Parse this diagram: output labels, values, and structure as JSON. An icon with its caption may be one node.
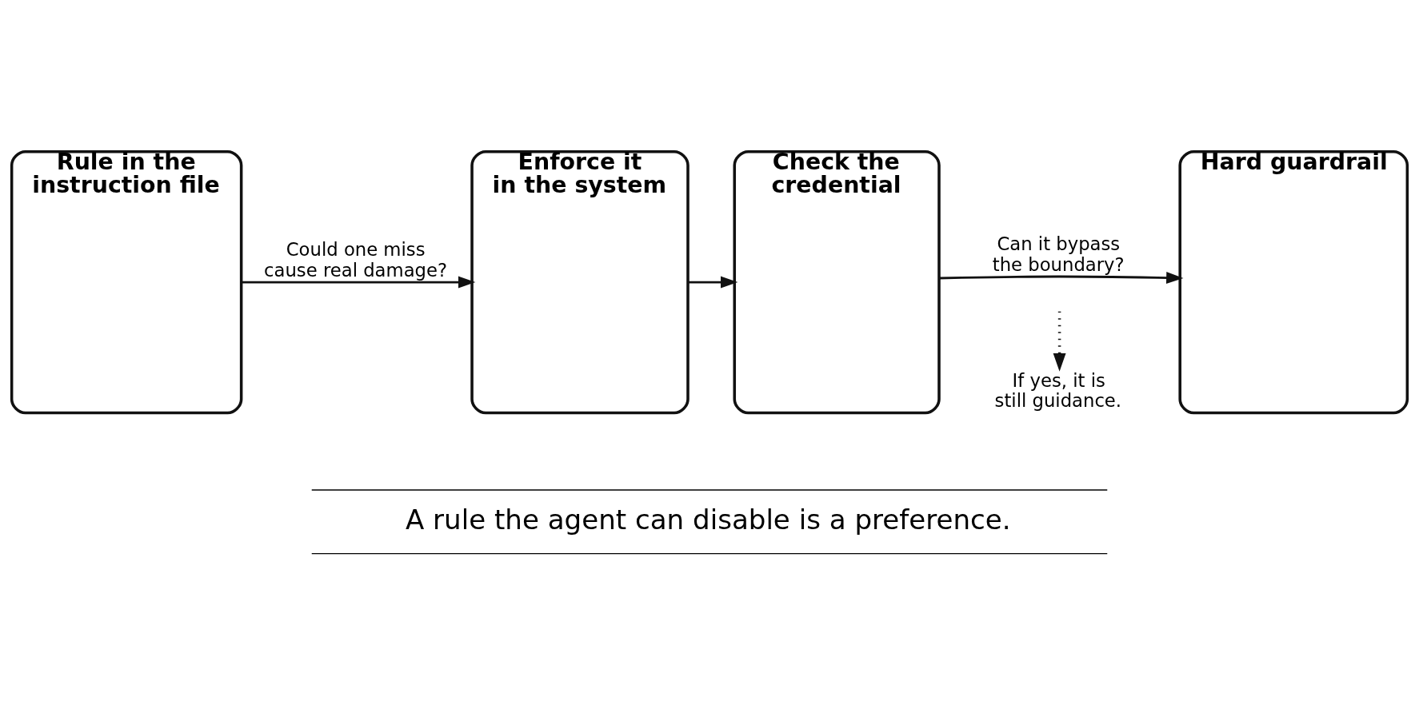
{
  "diagram": {
    "caption": "A rule the agent can disable is a preference.",
    "nodes": [
      {
        "text": [
          "Rule in the instruction file"
        ]
      },
      {
        "text": [
          "Enforce it in the system"
        ]
      },
      {
        "text": [
          "Check the credential"
        ]
      },
      {
        "text": [
          "If yes, it is still guidance."
        ]
      },
      {
        "text": [
          "Hard guardrail"
        ]
      }
    ],
    "edges": [
      {
        "from": 0,
        "to": 1,
        "arrow": "to",
        "label": "Could one miss cause real damage?"
      },
      {
        "from": 1,
        "to": 2,
        "arrow": "to"
      },
      {
        "from": 2,
        "to": 4,
        "arrow": "to",
        "label": "Can it bypass the boundary?"
      },
      {
        "from": null,
        "to": 3,
        "arrow": "to",
        "style": "dashed"
      }
    ]
  }
}
